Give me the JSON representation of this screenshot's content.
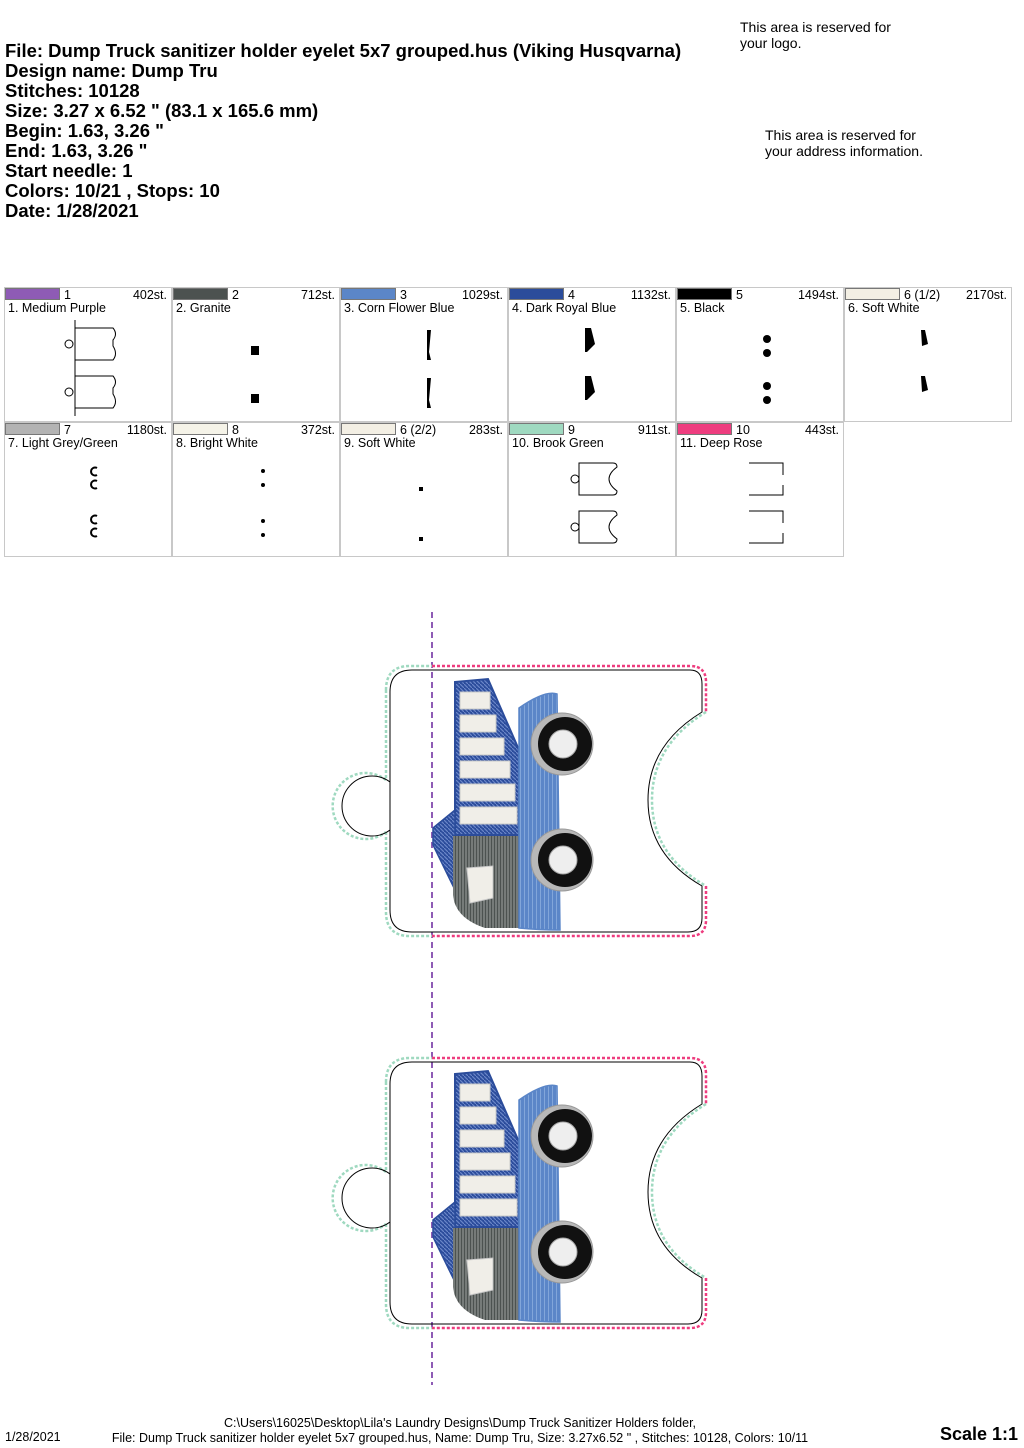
{
  "header": {
    "file": "File: Dump Truck sanitizer holder eyelet 5x7 grouped.hus  (Viking Husqvarna)",
    "design_name": "Design name: Dump Tru",
    "stitches": "Stitches: 10128",
    "size": "Size: 3.27 x 6.52 \" (83.1 x 165.6 mm)",
    "begin": "Begin: 1.63, 3.26 \"",
    "end": "End: 1.63, 3.26 \"",
    "start_needle": "Start needle: 1",
    "colors": "Colors: 10/21 , Stops: 10",
    "date": "Date: 1/28/2021"
  },
  "reserved": {
    "logo": "This area is reserved for\nyour logo.",
    "address": "This area is reserved for\nyour address information."
  },
  "colors": [
    {
      "num": "1",
      "stitches": "402st.",
      "name": "1. Medium Purple",
      "hex": "#8e5bb5",
      "thumb": "outline-left"
    },
    {
      "num": "2",
      "stitches": "712st.",
      "name": "2. Granite",
      "hex": "#4c5250",
      "thumb": "small-blocks"
    },
    {
      "num": "3",
      "stitches": "1029st.",
      "name": "3. Corn Flower Blue",
      "hex": "#5b86c8",
      "thumb": "thin-bars"
    },
    {
      "num": "4",
      "stitches": "1132st.",
      "name": "4. Dark Royal Blue",
      "hex": "#2b4c9b",
      "thumb": "truck-bed"
    },
    {
      "num": "5",
      "stitches": "1494st.",
      "name": "5. Black",
      "hex": "#000000",
      "thumb": "wheels"
    },
    {
      "num": "6 (1/2)",
      "stitches": "2170st.",
      "name": "6. Soft White",
      "hex": "#f3efe4",
      "thumb": "bed-fill"
    },
    {
      "num": "7",
      "stitches": "1180st.",
      "name": "7. Light Grey/Green",
      "hex": "#b3b3b3",
      "thumb": "rims"
    },
    {
      "num": "8",
      "stitches": "372st.",
      "name": "8. Bright White",
      "hex": "#f5f3e8",
      "thumb": "dots"
    },
    {
      "num": "6 (2/2)",
      "stitches": "283st.",
      "name": "9. Soft White",
      "hex": "#f3efe4",
      "thumb": "tiny"
    },
    {
      "num": "9",
      "stitches": "911st.",
      "name": "10. Brook Green",
      "hex": "#9fd9c0",
      "thumb": "outline-full"
    },
    {
      "num": "10",
      "stitches": "443st.",
      "name": "11. Deep Rose",
      "hex": "#ee3d7f",
      "thumb": "brackets"
    }
  ],
  "footer": {
    "date": "1/28/2021",
    "path": "C:\\Users\\16025\\Desktop\\Lila's Laundry Designs\\Dump Truck Sanitizer Holders folder,",
    "summary": "File: Dump Truck sanitizer holder eyelet 5x7 grouped.hus, Name: Dump Tru, Size: 3.27x6.52 \" , Stitches: 10128, Colors: 10/11",
    "scale": "Scale 1:1"
  }
}
